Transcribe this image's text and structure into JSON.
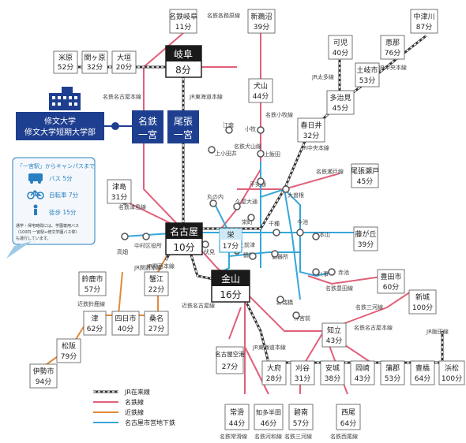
{
  "university": {
    "name_line1": "修文大学",
    "name_line2": "修文大学短期大学部",
    "sta1_line1": "名鉄",
    "sta1_line2": "一宮",
    "sta2_line1": "尾張",
    "sta2_line2": "一宮"
  },
  "campus_info": {
    "title": "「一宮駅」からキャンパスまで",
    "bus": "バス 5分",
    "bike": "自転車 7分",
    "walk": "徒歩 15分",
    "note1": "通学・帰宅時間には、学園専用バス",
    "note2": "（100円 一宮駅⇔修文学園バス停）",
    "note3": "も運行しています。"
  },
  "stations": {
    "meitetsu_gifu": {
      "name": "名鉄岐阜",
      "time": "11分"
    },
    "shin_unuma": {
      "name": "新鵜沼",
      "time": "39分"
    },
    "maibara": {
      "name": "米原",
      "time": "52分"
    },
    "sekigahara": {
      "name": "関ヶ原",
      "time": "32分"
    },
    "ogaki": {
      "name": "大垣",
      "time": "20分"
    },
    "gifu": {
      "name": "岐阜",
      "time": "8分"
    },
    "nakatsugawa": {
      "name": "中津川",
      "time": "87分"
    },
    "kani": {
      "name": "可児",
      "time": "40分"
    },
    "ena": {
      "name": "恵那",
      "time": "76分"
    },
    "tokishi": {
      "name": "土岐市",
      "time": "53分"
    },
    "inuyama": {
      "name": "犬山",
      "time": "44分"
    },
    "tajimi": {
      "name": "多治見",
      "time": "45分"
    },
    "kasugai": {
      "name": "春日井",
      "time": "32分"
    },
    "owari_seto": {
      "name": "尾張瀬戸",
      "time": "45分"
    },
    "tsushima": {
      "name": "津島",
      "time": "31分"
    },
    "nagoya": {
      "name": "名古屋",
      "time": "10分"
    },
    "sakae": {
      "name": "栄",
      "time": "17分"
    },
    "fujigaoka": {
      "name": "藤が丘",
      "time": "39分"
    },
    "kanayama": {
      "name": "金山",
      "time": "16分"
    },
    "toyotashi": {
      "name": "豊田市",
      "time": "60分"
    },
    "kanie": {
      "name": "蟹江",
      "time": "22分"
    },
    "suzukashi": {
      "name": "鈴鹿市",
      "time": "57分"
    },
    "tsu": {
      "name": "津",
      "time": "62分"
    },
    "yokkaichi": {
      "name": "四日市",
      "time": "40分"
    },
    "kuwana": {
      "name": "桑名",
      "time": "27分"
    },
    "matsusaka": {
      "name": "松阪",
      "time": "79分"
    },
    "iseshi": {
      "name": "伊勢市",
      "time": "94分"
    },
    "chiryu": {
      "name": "知立",
      "time": "43分"
    },
    "shinshiro": {
      "name": "新城",
      "time": "100分"
    },
    "meitetsu_nagoya_kuko": {
      "name": "名古屋空港",
      "time": "27分"
    },
    "obu": {
      "name": "大府",
      "time": "28分"
    },
    "kariya": {
      "name": "刈谷",
      "time": "31分"
    },
    "anjo": {
      "name": "安城",
      "time": "38分"
    },
    "okazaki": {
      "name": "岡崎",
      "time": "43分"
    },
    "gamagori": {
      "name": "蒲郡",
      "time": "53分"
    },
    "toyohashi": {
      "name": "豊橋",
      "time": "64分"
    },
    "hamamatsu": {
      "name": "浜松",
      "time": "100分"
    },
    "tokoname": {
      "name": "常滑",
      "time": "44分"
    },
    "chita_handa": {
      "name": "知多半田",
      "time": "46分"
    },
    "hekinan": {
      "name": "碧南",
      "time": "57分"
    },
    "nishio": {
      "name": "西尾",
      "time": "64分"
    }
  },
  "small_labels": {
    "kakamigahara": "名鉄各務原線",
    "meitetsu_nagoya_main": "名鉄名古屋本線",
    "jr_tokaido": "JR東海道本線",
    "meitetsu_komaki": "名鉄小牧線",
    "meitetsu_inuyama": "名鉄犬山線",
    "jr_taita": "JR太多線",
    "jr_chuo1": "JR中央本線",
    "jr_chuo2": "JR中央本線",
    "meitetsu_seto": "名鉄瀬戸線",
    "meitetsu_tsushima": "名鉄津島線",
    "meitetsu_toyota": "名鉄豊田線",
    "kintetsu_suzuka": "近鉄鈴鹿線",
    "kintetsu_nagoya": "近鉄名古屋線",
    "jr_kansai": "JR関西本線",
    "meitetsu_mikawa": "名鉄三河線",
    "meitetsu_nagoya_main2": "名鉄名古屋本線",
    "jr_tokaido2": "JR東海道本線",
    "jr_iida": "JR飯田線",
    "meitetsu_tokoname": "名鉄常滑線",
    "meitetsu_kowa": "名鉄河和線",
    "meitetsu_mikawa2": "名鉄三河線",
    "meitetsu_nishio": "名鉄西尾線",
    "konan": "江南",
    "komaki": "小牧",
    "kamiotai": "上小田井",
    "kamiiida": "上飯田",
    "heian_dori": "平安通",
    "ozone": "大曽根",
    "marunouchi": "丸の内",
    "hisaya_odori": "久屋大通",
    "sakaemachi": "栄町",
    "chikusa": "千種",
    "imaike": "今池",
    "motoyama": "本山",
    "takabata": "高畑",
    "nakamura_kuyakusho": "中村区役所",
    "fushimi": "伏見",
    "kamimaezu": "上前津",
    "tsurumai": "鶴舞",
    "goki_sho": "御器所",
    "yagoto": "八事",
    "akaike": "赤池",
    "shin_mizuho": "新瑞橋",
    "jingu_mae": "神宮前",
    "jr_kansai_side": "JR関西本線"
  },
  "legend": {
    "jr": "JR在来線",
    "meitetsu": "名鉄線",
    "kintetsu": "近鉄線",
    "subway": "名古屋市営地下鉄"
  },
  "colors": {
    "jr": "#333333",
    "meitetsu": "#e0607a",
    "kintetsu": "#e08a3a",
    "subway": "#36a6d8",
    "univ_blue": "#1e3f8f"
  }
}
